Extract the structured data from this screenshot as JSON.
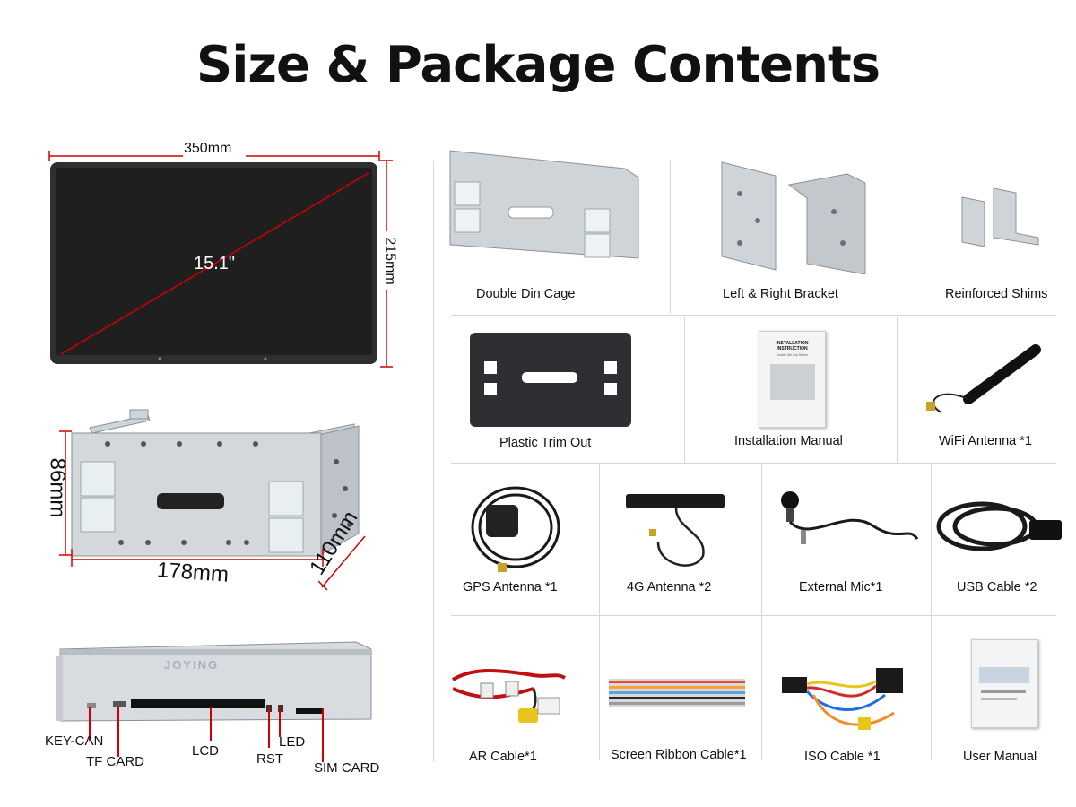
{
  "header": {
    "title": "Size & Package Contents"
  },
  "dimensions": {
    "screen_width": "350mm",
    "screen_height": "215mm",
    "screen_diagonal": "15.1\"",
    "cage_height": "86mm",
    "cage_width": "178mm",
    "cage_depth": "110mm"
  },
  "ports": {
    "brand": "JOYING",
    "key_can": "KEY-CAN",
    "tf_card": "TF CARD",
    "lcd": "LCD",
    "rst": "RST",
    "led": "LED",
    "sim_card": "SIM CARD"
  },
  "items": {
    "double_din_cage": "Double Din Cage",
    "bracket": "Left & Right Bracket",
    "shims": "Reinforced Shims",
    "trim": "Plastic Trim Out",
    "manual_install": "Installation Manual",
    "wifi": "WiFi Antenna *1",
    "gps": "GPS Antenna *1",
    "antenna_4g": "4G Antenna *2",
    "mic": "External Mic*1",
    "usb": "USB Cable *2",
    "ar": "AR Cable*1",
    "ribbon": "Screen Ribbon Cable*1",
    "iso": "ISO Cable *1",
    "user_manual": "User Manual"
  },
  "manual_text": {
    "line1": "INSTALLATION",
    "line2": "INSTRUCTION",
    "line3": "Double Din Car Stereo"
  },
  "colors": {
    "dimension": "#d40000",
    "screen": "#2f2f2f",
    "metal": "#c9ced3"
  }
}
